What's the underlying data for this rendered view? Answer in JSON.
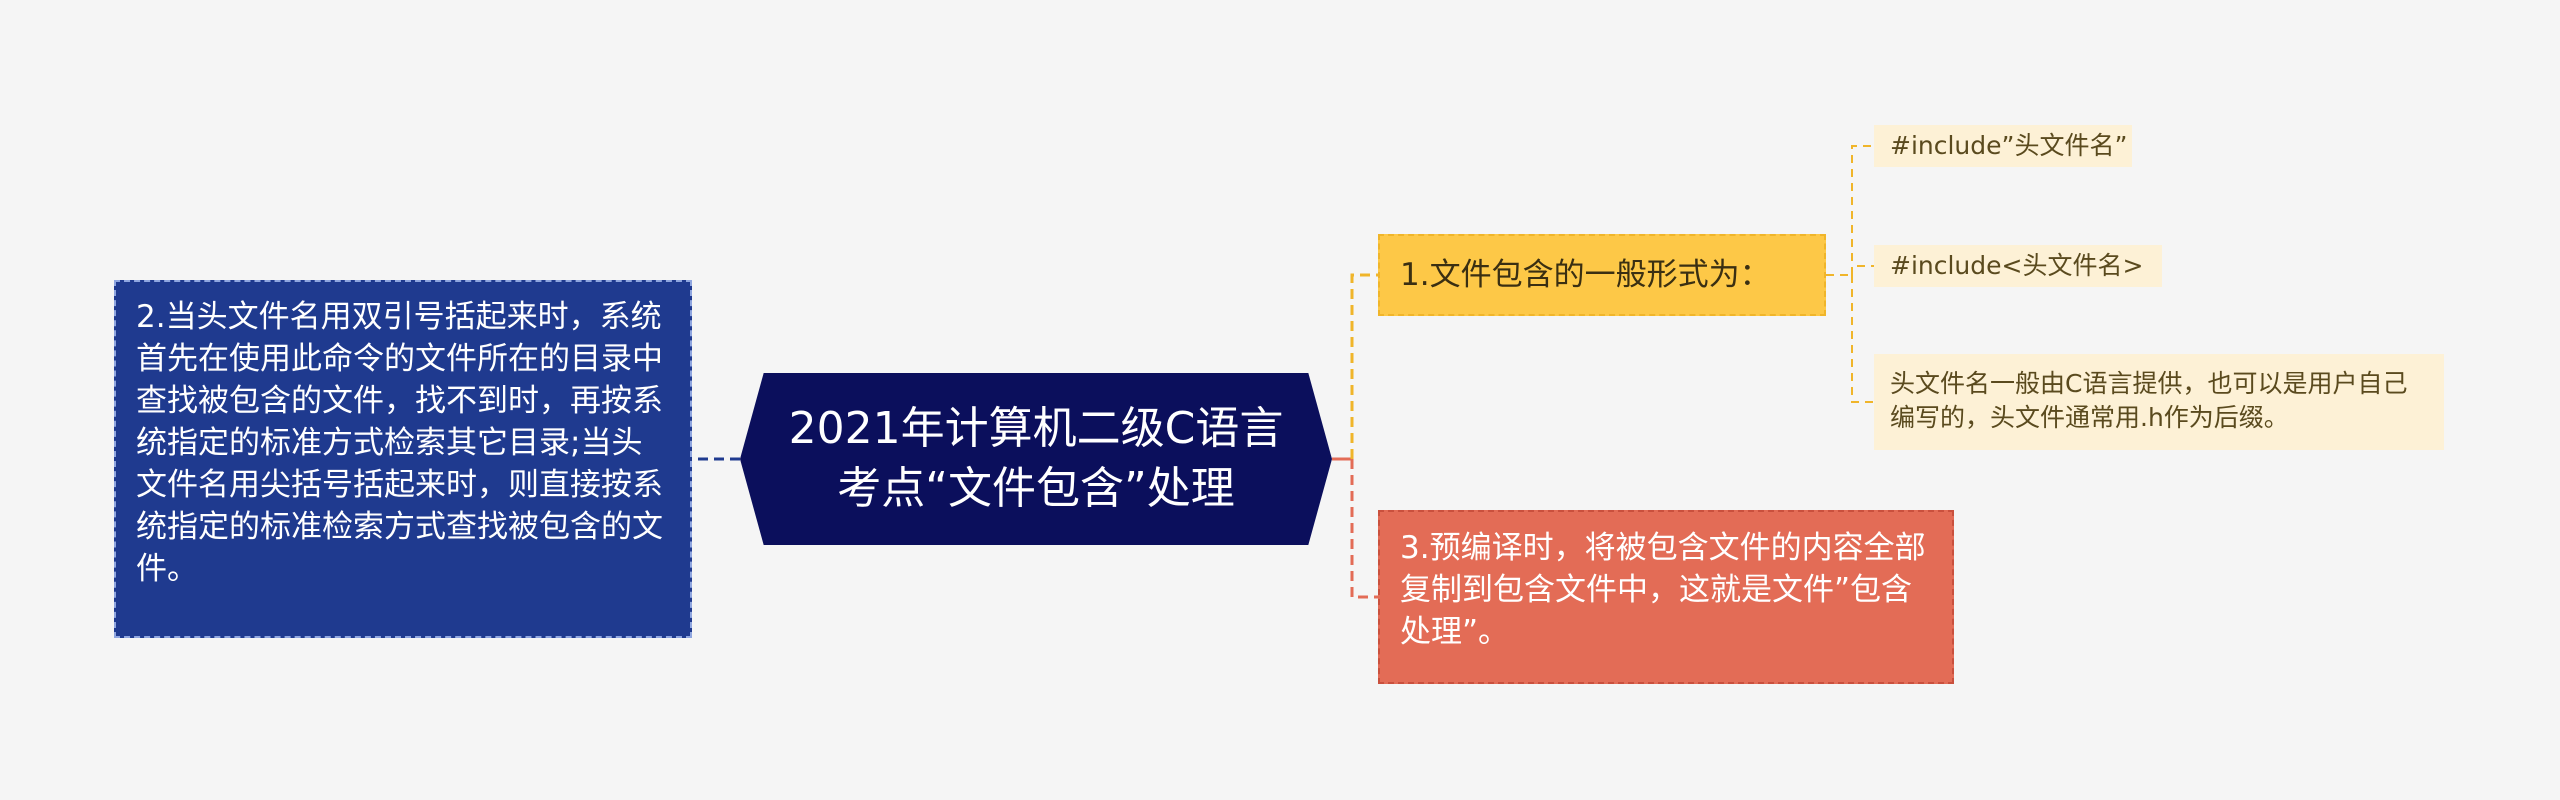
{
  "mindmap": {
    "root": {
      "label": "2021年计算机二级C语言考点“文件包含”处理"
    },
    "left_topic": {
      "label": "2.当头文件名用双引号括起来时，系统首先在使用此命令的文件所在的目录中查找被包含的文件，找不到时，再按系统指定的标准方式检索其它目录;当头文件名用尖括号括起来时，则直接按系统指定的标准检索方式查找被包含的文件。"
    },
    "right_topics": [
      {
        "label": "1.文件包含的一般形式为：",
        "children": [
          {
            "label": "#include”头文件名”"
          },
          {
            "label": "#include<头文件名>"
          },
          {
            "label": "头文件名一般由C语言提供，也可以是用户自己编写的，头文件通常用.h作为后缀。"
          }
        ]
      },
      {
        "label": "3.预编译时，将被包含文件的内容全部复制到包含文件中，这就是文件”包含处理”。"
      }
    ]
  },
  "colors": {
    "background": "#f5f5f5",
    "root": "#0b0f5c",
    "left_topic": "#1f3a8f",
    "branch_yellow": "#fdc847",
    "branch_red": "#e36c56",
    "leaf": "#fdf1d6",
    "connector_yellow": "#f0b52a",
    "connector_red": "#e36c56",
    "connector_blue": "#1f3a8f"
  }
}
